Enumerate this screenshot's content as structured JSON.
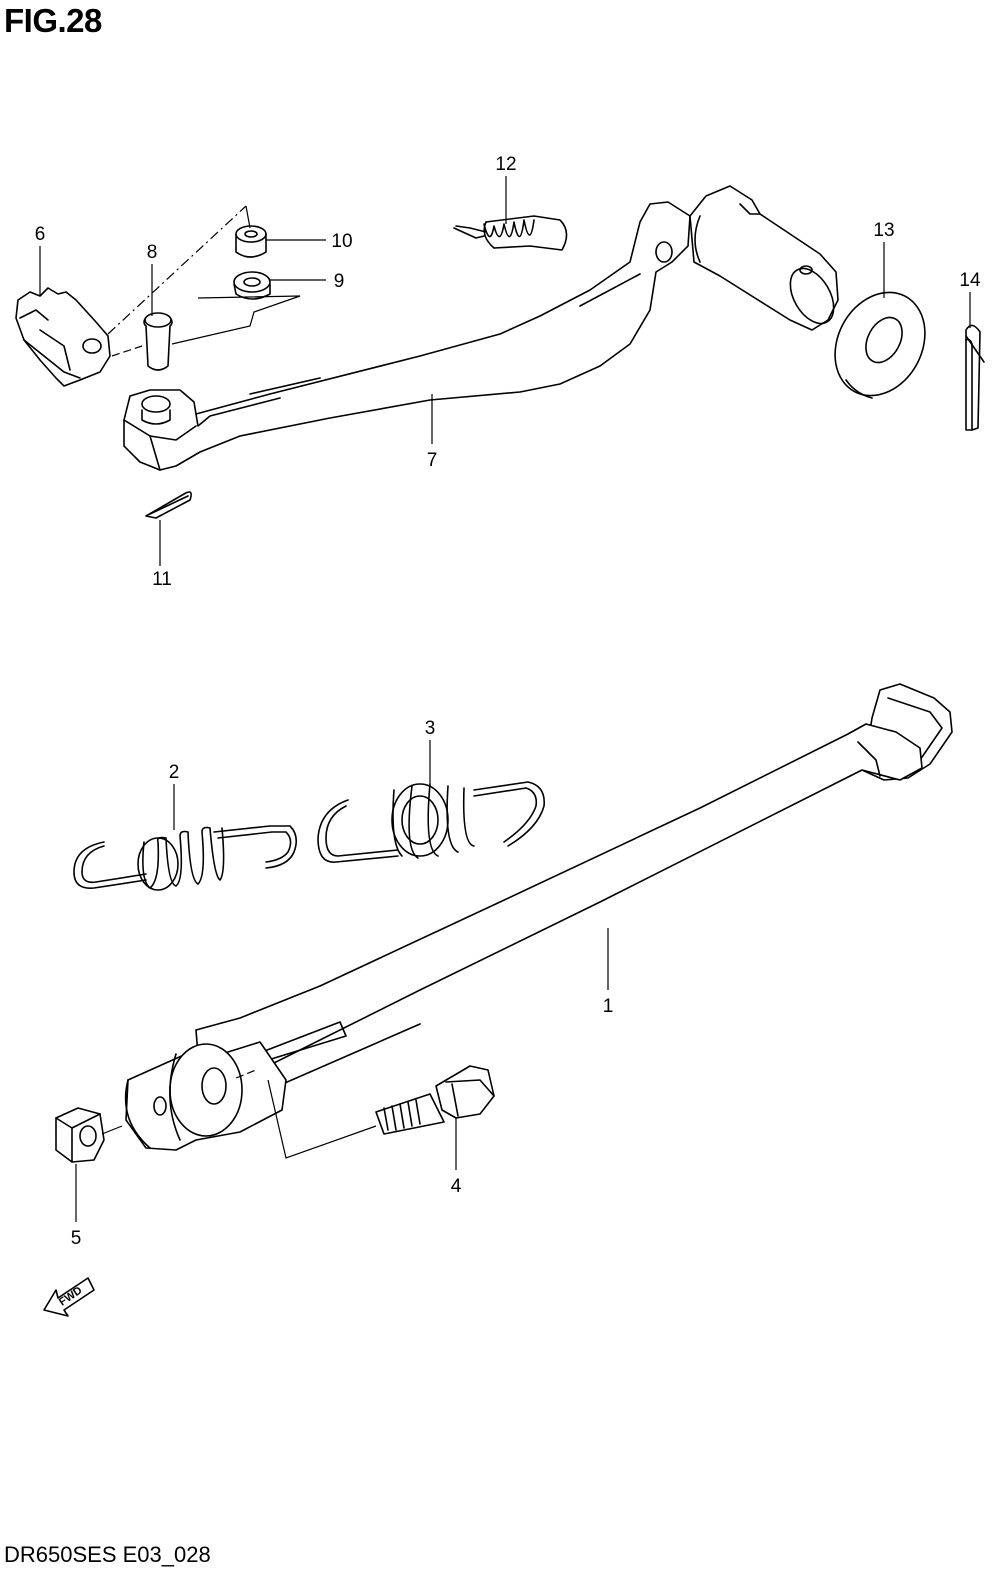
{
  "figure": {
    "title": "FIG.28",
    "code": "DR650SES E03_028",
    "direction_label": "FWD"
  },
  "callouts": [
    "1",
    "2",
    "3",
    "4",
    "5",
    "6",
    "7",
    "8",
    "9",
    "10",
    "11",
    "12",
    "13",
    "14"
  ]
}
